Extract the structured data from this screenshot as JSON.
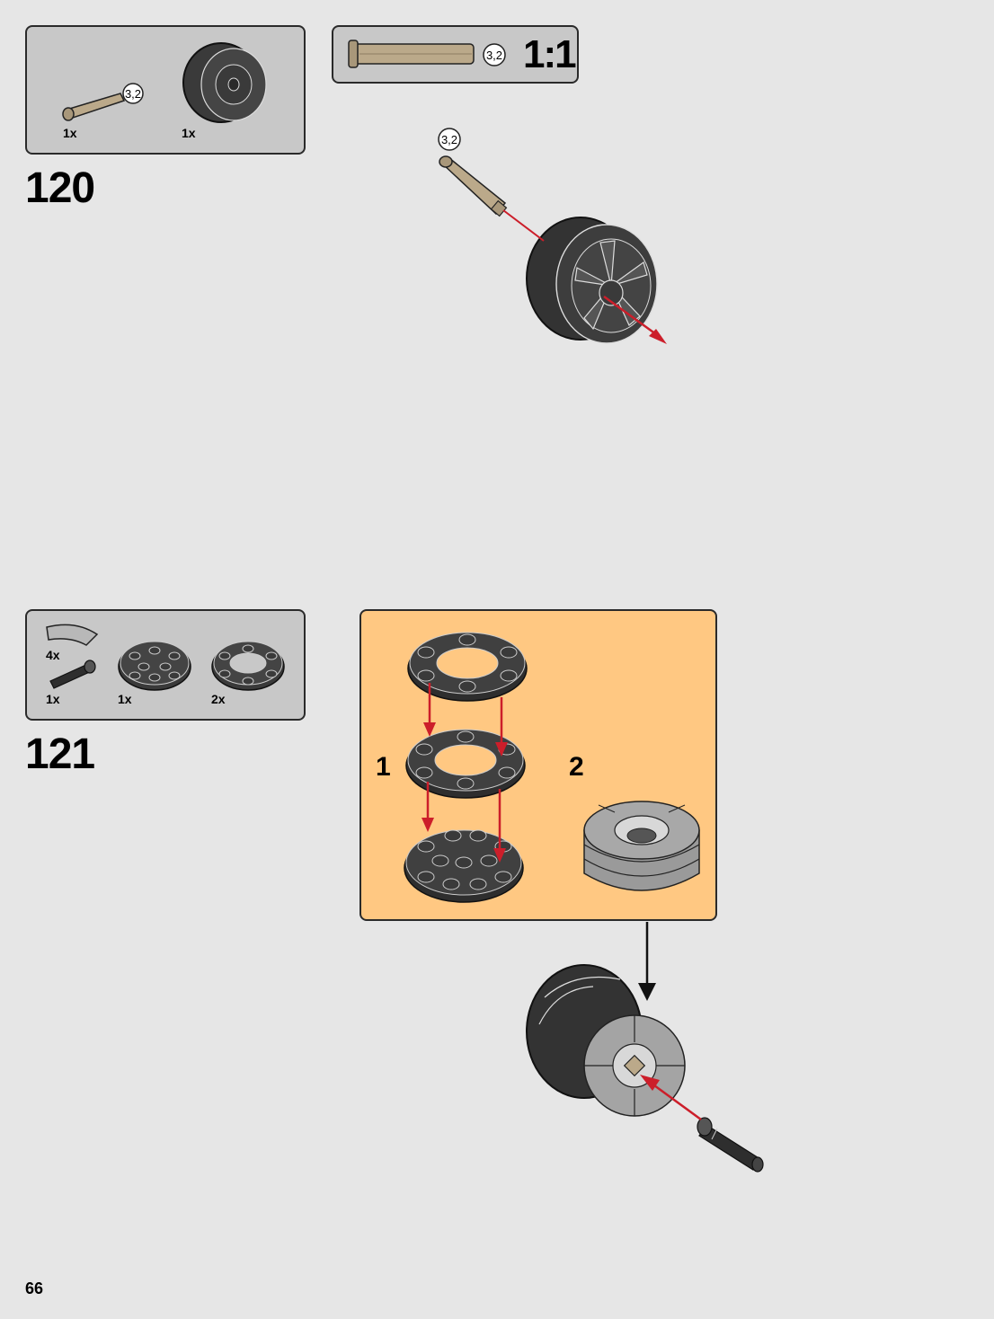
{
  "page_number": "66",
  "step120": {
    "number": "120",
    "parts": [
      {
        "qty": "1x",
        "name": "tan axle 3.2",
        "badge": "3,2"
      },
      {
        "qty": "1x",
        "name": "black wheel rim"
      }
    ],
    "scale": {
      "ratio": "1:1",
      "badge": "3,2"
    },
    "axle_badge": "3,2"
  },
  "step121": {
    "number": "121",
    "parts": [
      {
        "qty": "4x",
        "name": "light grey curved tile"
      },
      {
        "qty": "1x",
        "name": "black axle pin"
      },
      {
        "qty": "1x",
        "name": "black round plate with studs"
      },
      {
        "qty": "2x",
        "name": "black round ring plate"
      }
    ],
    "substeps": [
      "1",
      "2"
    ]
  },
  "colors": {
    "background": "#e6e6e6",
    "callout": "#c8c8c8",
    "substep_panel": "#ffc882",
    "arrow": "#cc1e2a",
    "black_part": "#3a3a3a",
    "tan_part": "#bba98a",
    "grey_part": "#a4a4a4"
  }
}
